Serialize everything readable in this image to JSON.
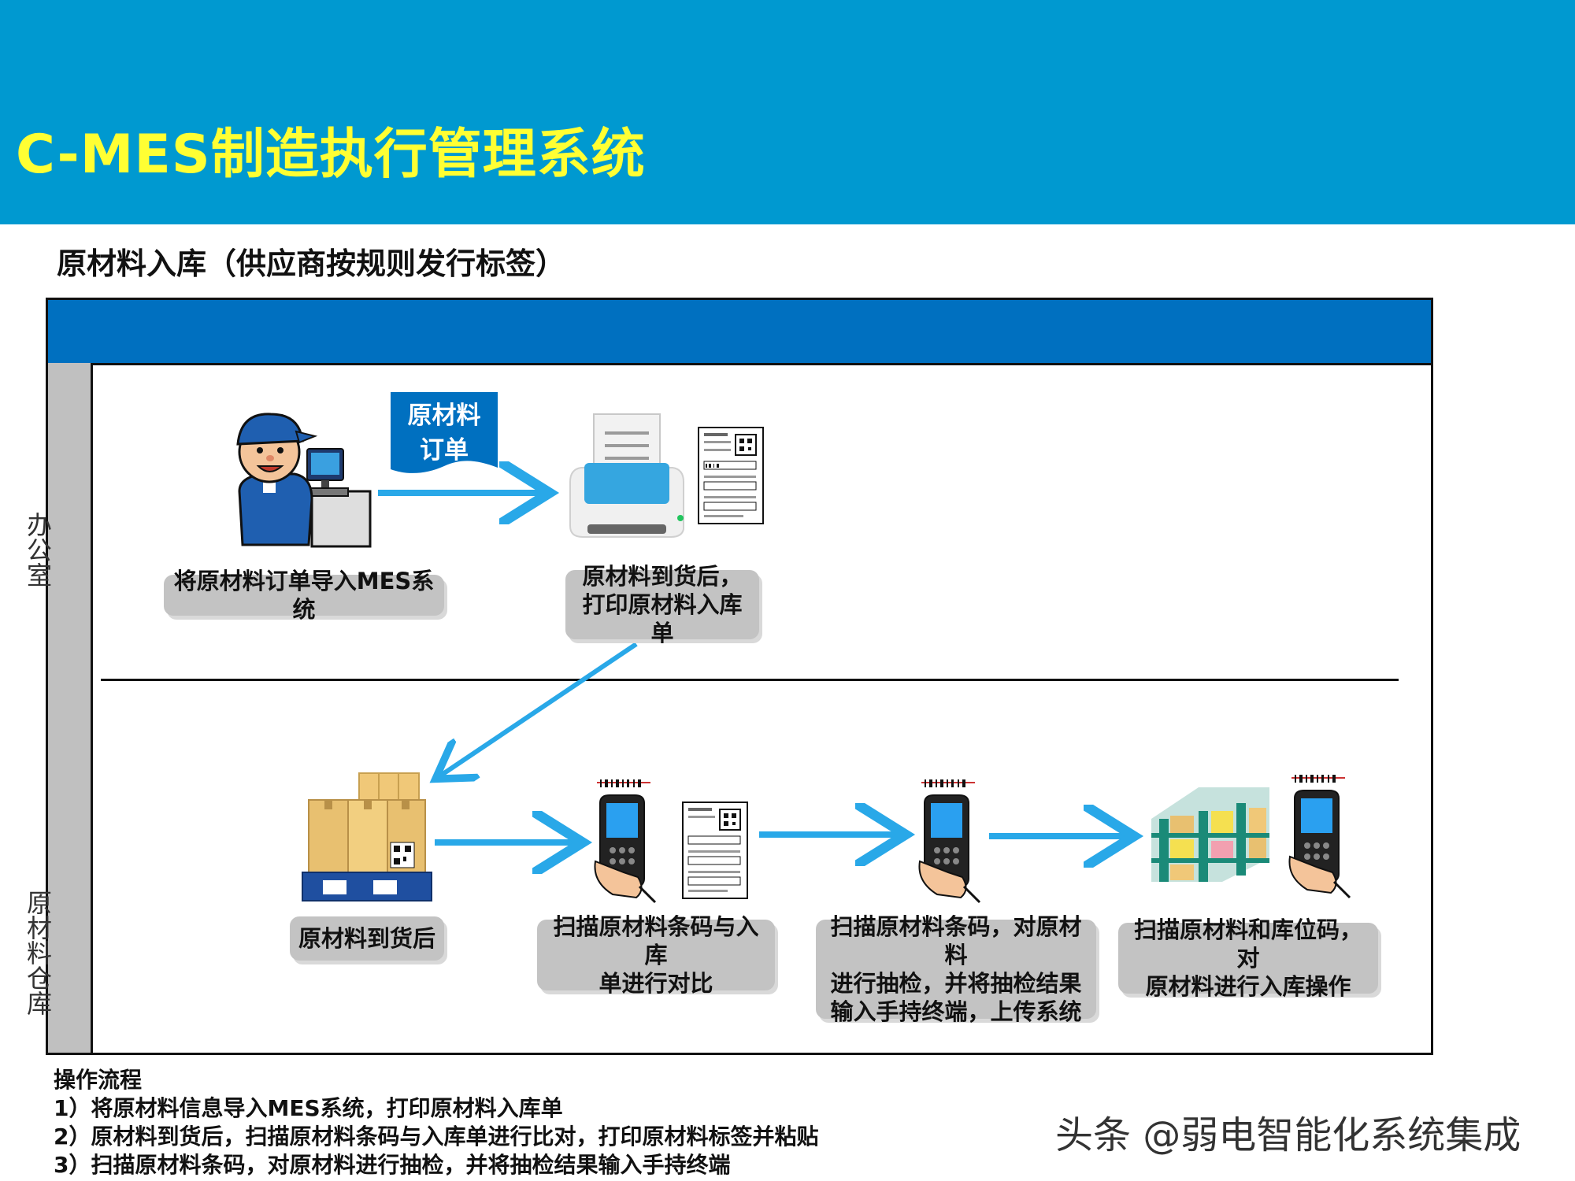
{
  "header": {
    "title": "C-MES制造执行管理系统"
  },
  "section_title": "原材料入库（供应商按规则发行标签）",
  "lanes": {
    "office": "办公室",
    "warehouse": "原材料仓库"
  },
  "order_tag": {
    "text": "原材料\n订单"
  },
  "steps": [
    {
      "label": "将原材料订单导入MES系统"
    },
    {
      "label": "原材料到货后，\n打印原材料入库单"
    },
    {
      "label": "原材料到货后"
    },
    {
      "label": "扫描原材料条码与入库\n单进行对比"
    },
    {
      "label": "扫描原材料条码，对原材料\n进行抽检，并将抽检结果\n输入手持终端，上传系统"
    },
    {
      "label": "扫描原材料和库位码，对\n原材料进行入库操作"
    }
  ],
  "operations": {
    "heading": "操作流程",
    "items": [
      "1）将原材料信息导入MES系统，打印原材料入库单",
      "2）原材料到货后，扫描原材料条码与入库单进行比对，打印原材料标签并粘贴",
      "3）扫描原材料条码，对原材料进行抽检，并将抽检结果输入手持终端"
    ]
  },
  "watermark": "头条 @弱电智能化系统集成",
  "colors": {
    "header_bg": "#0099d0",
    "title_text": "#ffff33",
    "frame_bar": "#0070c0",
    "arrow": "#29a8e8",
    "caption_bg": "#c3c3c3"
  }
}
